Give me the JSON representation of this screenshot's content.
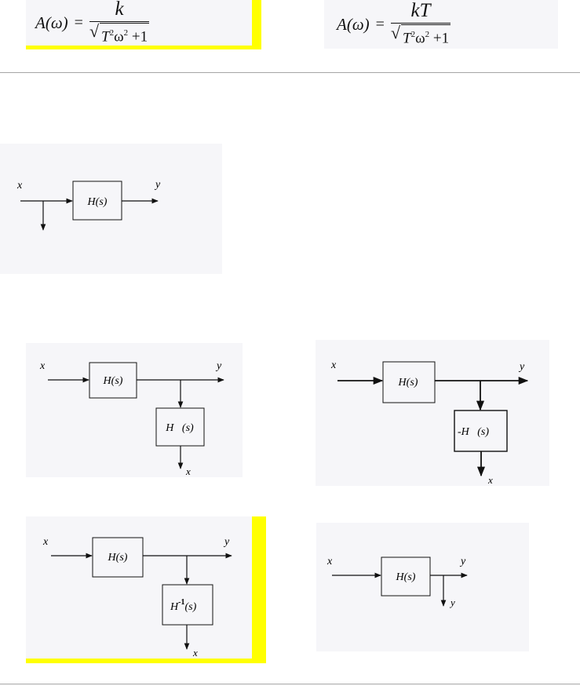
{
  "formulas": [
    {
      "lhs": "A(ω)",
      "eq": "=",
      "numerator": "k",
      "den_a": "T",
      "den_exp_a": "2",
      "den_b": "ω",
      "den_exp_b": "2",
      "den_tail": "+1"
    },
    {
      "lhs": "A(ω)",
      "eq": "=",
      "numerator": "kT",
      "den_a": "T",
      "den_exp_a": "2",
      "den_b": "ω",
      "den_exp_b": "2",
      "den_tail": "+1"
    }
  ],
  "diagrams": {
    "d1": {
      "input": "x",
      "block": "H(s)",
      "output": "y"
    },
    "d2": {
      "input": "x",
      "block": "H(s)",
      "output": "y",
      "inverse_block": "H   (s)",
      "inverse_output": "x"
    },
    "d3": {
      "input": "x",
      "block": "H(s)",
      "output": "y",
      "inverse_block": "-H   (s)",
      "inverse_output": "x"
    },
    "d4": {
      "input": "x",
      "block": "H(s)",
      "output": "y",
      "inverse_block": "H",
      "inverse_exp": "-1",
      "inverse_arg": "(s)",
      "inverse_output": "x"
    },
    "d5": {
      "input": "x",
      "block": "H(s)",
      "output": "y",
      "tap_output": "y"
    }
  },
  "colors": {
    "highlight": "#ffff00",
    "card_bg": "#f6f6f9",
    "line": "#111111",
    "divider": "#a6a6a6"
  }
}
